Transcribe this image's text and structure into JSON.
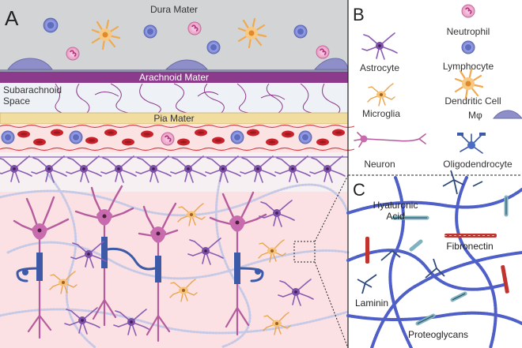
{
  "panels": {
    "a": {
      "letter": "A"
    },
    "b": {
      "letter": "B"
    },
    "c": {
      "letter": "C"
    }
  },
  "layers": {
    "dura": "Dura Mater",
    "arachnoid": "Arachnoid Mater",
    "subarachnoid_line1": "Subarachnoid",
    "subarachnoid_line2": "Space",
    "pia": "Pia Mater"
  },
  "legend": {
    "astrocyte": "Astrocyte",
    "microglia": "Microglia",
    "neuron": "Neuron",
    "neutrophil": "Neutrophil",
    "lymphocyte": "Lymphocyte",
    "dendritic": "Dendritic Cell",
    "macrophage": "Mφ",
    "oligodendrocyte": "Oligodendrocyte"
  },
  "ecm": {
    "hyaluronic_line1": "Hyaluronic",
    "hyaluronic_line2": "Acid",
    "fibronectin": "Fibronectin",
    "laminin": "Laminin",
    "proteoglycans": "Proteoglycans"
  },
  "colors": {
    "dura": "#d3d4d6",
    "arachnoid": "#8c3a8c",
    "subarachnoid": "#eef2f7",
    "pia": "#f2dda0",
    "vessel": "#fbe3e3",
    "tissue": "#fbe1e3",
    "neuron": "#b65c9e",
    "astrocyte": "#8a5db3",
    "microglia": "#e9a44b",
    "lymphocyte": "#6f7fd0",
    "neutrophil": "#d45f9f",
    "rbc": "#c8222b",
    "hyaluronan": "#4f5fc8",
    "fibronectin": "#c0332e",
    "myelin": "#3d5aa8"
  }
}
